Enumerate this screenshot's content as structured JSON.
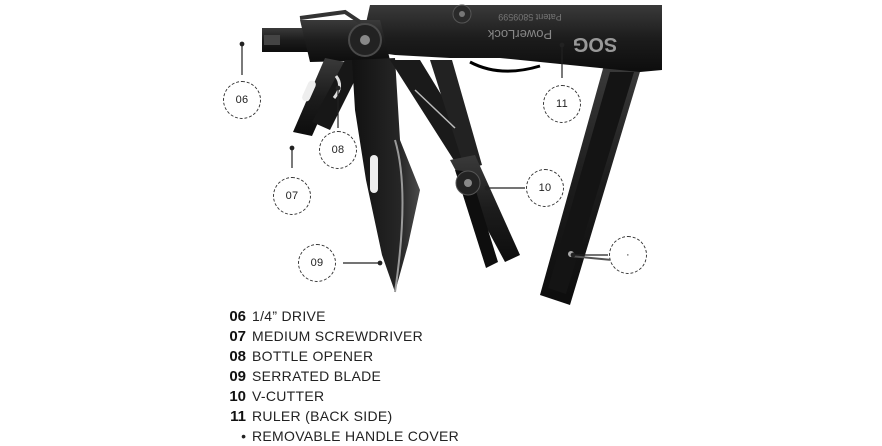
{
  "photo": {
    "subject": "SOG PowerLock multi-tool, black, opened with tools fanned out",
    "engraving": {
      "brand": "SOG",
      "model": "PowerLock",
      "patent": "Patent 5809599"
    }
  },
  "callouts": [
    {
      "id": "c06",
      "label": "06"
    },
    {
      "id": "c07",
      "label": "07"
    },
    {
      "id": "c08",
      "label": "08"
    },
    {
      "id": "c09",
      "label": "09"
    },
    {
      "id": "c10",
      "label": "10"
    },
    {
      "id": "c11",
      "label": "11"
    },
    {
      "id": "cdot",
      "label": "·"
    }
  ],
  "legend": {
    "items": [
      {
        "number": "06",
        "label": "1/4” DRIVE"
      },
      {
        "number": "07",
        "label": "MEDIUM SCREWDRIVER"
      },
      {
        "number": "08",
        "label": "BOTTLE OPENER"
      },
      {
        "number": "09",
        "label": "SERRATED BLADE"
      },
      {
        "number": "10",
        "label": "V-CUTTER"
      },
      {
        "number": "11",
        "label": "RULER (BACK SIDE)"
      }
    ],
    "bullet": {
      "symbol": "•",
      "label": "REMOVABLE HANDLE COVER"
    }
  },
  "colors": {
    "tool": "#1b1b1b",
    "tool_edge": "#3a3a3a",
    "highlight": "#8a8a8a",
    "background": "#ffffff"
  }
}
